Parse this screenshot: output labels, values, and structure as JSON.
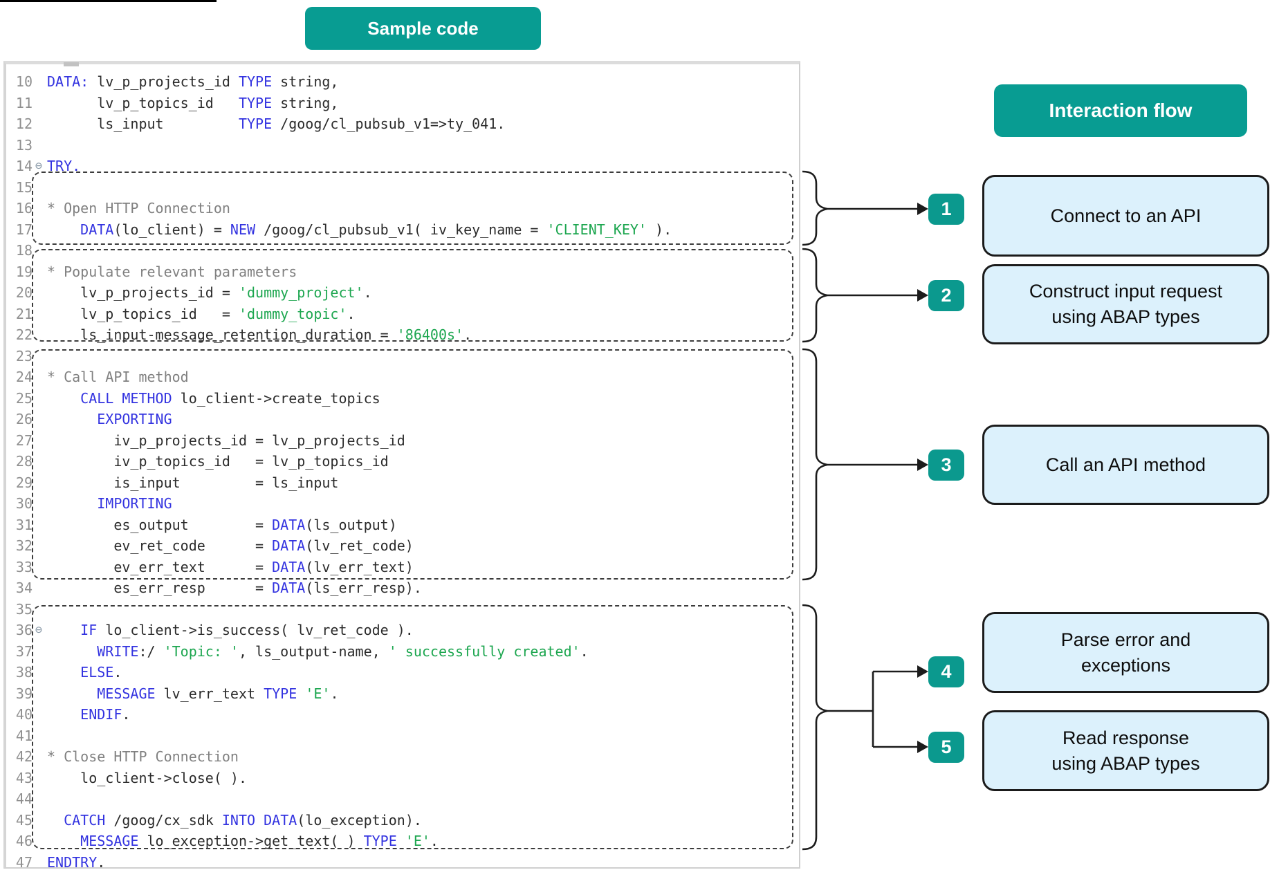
{
  "titles": {
    "sample_code": "Sample code",
    "interaction_flow": "Interaction flow"
  },
  "colors": {
    "teal": "#089c92",
    "badge_teal": "#0b998e",
    "step_box_fill": "#dcf1fc",
    "step_box_border": "#1b1b1b",
    "code_keyword": "#3333e0",
    "code_string": "#1ca64f",
    "code_comment": "#808080",
    "code_text": "#2b2b2b",
    "line_number": "#8f8f8f"
  },
  "icons": {
    "fold_collapse": "⊖"
  },
  "flow": {
    "steps": [
      {
        "num": "1",
        "label": "Connect to an API"
      },
      {
        "num": "2",
        "label": "Construct input request\nusing ABAP types"
      },
      {
        "num": "3",
        "label": "Call an API method"
      },
      {
        "num": "4",
        "label": "Parse error and\nexceptions"
      },
      {
        "num": "5",
        "label": "Read response\nusing ABAP types"
      }
    ]
  },
  "editor": {
    "lines": [
      {
        "n": "10",
        "fold": false,
        "seg": [
          [
            "k",
            "DATA:"
          ],
          [
            "t",
            " lv_p_projects_id "
          ],
          [
            "k",
            "TYPE"
          ],
          [
            "t",
            " string,"
          ]
        ]
      },
      {
        "n": "11",
        "fold": false,
        "seg": [
          [
            "t",
            "      lv_p_topics_id   "
          ],
          [
            "k",
            "TYPE"
          ],
          [
            "t",
            " string,"
          ]
        ]
      },
      {
        "n": "12",
        "fold": false,
        "seg": [
          [
            "t",
            "      ls_input         "
          ],
          [
            "k",
            "TYPE"
          ],
          [
            "t",
            " /goog/cl_pubsub_v1=>ty_041."
          ]
        ]
      },
      {
        "n": "13",
        "fold": false,
        "seg": []
      },
      {
        "n": "14",
        "fold": true,
        "seg": [
          [
            "k",
            "TRY."
          ]
        ]
      },
      {
        "n": "15",
        "fold": false,
        "seg": []
      },
      {
        "n": "16",
        "fold": false,
        "seg": [
          [
            "c",
            "* Open HTTP Connection"
          ]
        ]
      },
      {
        "n": "17",
        "fold": false,
        "seg": [
          [
            "t",
            "    "
          ],
          [
            "k",
            "DATA"
          ],
          [
            "t",
            "(lo_client) = "
          ],
          [
            "k",
            "NEW"
          ],
          [
            "t",
            " /goog/cl_pubsub_v1( iv_key_name = "
          ],
          [
            "s",
            "'CLIENT_KEY'"
          ],
          [
            "t",
            " )."
          ]
        ]
      },
      {
        "n": "18",
        "fold": false,
        "seg": []
      },
      {
        "n": "19",
        "fold": false,
        "seg": [
          [
            "c",
            "* Populate relevant parameters"
          ]
        ]
      },
      {
        "n": "20",
        "fold": false,
        "seg": [
          [
            "t",
            "    lv_p_projects_id = "
          ],
          [
            "s",
            "'dummy_project'"
          ],
          [
            "t",
            "."
          ]
        ]
      },
      {
        "n": "21",
        "fold": false,
        "seg": [
          [
            "t",
            "    lv_p_topics_id   = "
          ],
          [
            "s",
            "'dummy_topic'"
          ],
          [
            "t",
            "."
          ]
        ]
      },
      {
        "n": "22",
        "fold": false,
        "seg": [
          [
            "t",
            "    ls_input-message_retention_duration = "
          ],
          [
            "s",
            "'86400s'"
          ],
          [
            "t",
            "."
          ]
        ]
      },
      {
        "n": "23",
        "fold": false,
        "seg": []
      },
      {
        "n": "24",
        "fold": false,
        "seg": [
          [
            "c",
            "* Call API method"
          ]
        ]
      },
      {
        "n": "25",
        "fold": false,
        "seg": [
          [
            "t",
            "    "
          ],
          [
            "k",
            "CALL METHOD"
          ],
          [
            "t",
            " lo_client->create_topics"
          ]
        ]
      },
      {
        "n": "26",
        "fold": false,
        "seg": [
          [
            "t",
            "      "
          ],
          [
            "k",
            "EXPORTING"
          ]
        ]
      },
      {
        "n": "27",
        "fold": false,
        "seg": [
          [
            "t",
            "        iv_p_projects_id = lv_p_projects_id"
          ]
        ]
      },
      {
        "n": "28",
        "fold": false,
        "seg": [
          [
            "t",
            "        iv_p_topics_id   = lv_p_topics_id"
          ]
        ]
      },
      {
        "n": "29",
        "fold": false,
        "seg": [
          [
            "t",
            "        is_input         = ls_input"
          ]
        ]
      },
      {
        "n": "30",
        "fold": false,
        "seg": [
          [
            "t",
            "      "
          ],
          [
            "k",
            "IMPORTING"
          ]
        ]
      },
      {
        "n": "31",
        "fold": false,
        "seg": [
          [
            "t",
            "        es_output        = "
          ],
          [
            "k",
            "DATA"
          ],
          [
            "t",
            "(ls_output)"
          ]
        ]
      },
      {
        "n": "32",
        "fold": false,
        "seg": [
          [
            "t",
            "        ev_ret_code      = "
          ],
          [
            "k",
            "DATA"
          ],
          [
            "t",
            "(lv_ret_code)"
          ]
        ]
      },
      {
        "n": "33",
        "fold": false,
        "seg": [
          [
            "t",
            "        ev_err_text      = "
          ],
          [
            "k",
            "DATA"
          ],
          [
            "t",
            "(lv_err_text)"
          ]
        ]
      },
      {
        "n": "34",
        "fold": false,
        "seg": [
          [
            "t",
            "        es_err_resp      = "
          ],
          [
            "k",
            "DATA"
          ],
          [
            "t",
            "(ls_err_resp)."
          ]
        ]
      },
      {
        "n": "35",
        "fold": false,
        "seg": []
      },
      {
        "n": "36",
        "fold": true,
        "seg": [
          [
            "t",
            "    "
          ],
          [
            "k",
            "IF"
          ],
          [
            "t",
            " lo_client->is_success( lv_ret_code )."
          ]
        ]
      },
      {
        "n": "37",
        "fold": false,
        "seg": [
          [
            "t",
            "      "
          ],
          [
            "k",
            "WRITE"
          ],
          [
            "t",
            ":/ "
          ],
          [
            "s",
            "'Topic: '"
          ],
          [
            "t",
            ", ls_output-name, "
          ],
          [
            "s",
            "' successfully created'"
          ],
          [
            "t",
            "."
          ]
        ]
      },
      {
        "n": "38",
        "fold": false,
        "seg": [
          [
            "t",
            "    "
          ],
          [
            "k",
            "ELSE"
          ],
          [
            "t",
            "."
          ]
        ]
      },
      {
        "n": "39",
        "fold": false,
        "seg": [
          [
            "t",
            "      "
          ],
          [
            "k",
            "MESSAGE"
          ],
          [
            "t",
            " lv_err_text "
          ],
          [
            "k",
            "TYPE"
          ],
          [
            "t",
            " "
          ],
          [
            "s",
            "'E'"
          ],
          [
            "t",
            "."
          ]
        ]
      },
      {
        "n": "40",
        "fold": false,
        "seg": [
          [
            "t",
            "    "
          ],
          [
            "k",
            "ENDIF"
          ],
          [
            "t",
            "."
          ]
        ]
      },
      {
        "n": "41",
        "fold": false,
        "seg": []
      },
      {
        "n": "42",
        "fold": false,
        "seg": [
          [
            "c",
            "* Close HTTP Connection"
          ]
        ]
      },
      {
        "n": "43",
        "fold": false,
        "seg": [
          [
            "t",
            "    lo_client->close( )."
          ]
        ]
      },
      {
        "n": "44",
        "fold": false,
        "seg": []
      },
      {
        "n": "45",
        "fold": false,
        "seg": [
          [
            "t",
            "  "
          ],
          [
            "k",
            "CATCH"
          ],
          [
            "t",
            " /goog/cx_sdk "
          ],
          [
            "k",
            "INTO"
          ],
          [
            "t",
            " "
          ],
          [
            "k",
            "DATA"
          ],
          [
            "t",
            "(lo_exception)."
          ]
        ]
      },
      {
        "n": "46",
        "fold": false,
        "seg": [
          [
            "t",
            "    "
          ],
          [
            "k",
            "MESSAGE"
          ],
          [
            "t",
            " lo_exception->get_text( ) "
          ],
          [
            "k",
            "TYPE"
          ],
          [
            "t",
            " "
          ],
          [
            "s",
            "'E'"
          ],
          [
            "t",
            "."
          ]
        ]
      },
      {
        "n": "47",
        "fold": false,
        "seg": [
          [
            "k",
            "ENDTRY"
          ],
          [
            "t",
            "."
          ]
        ]
      }
    ]
  }
}
